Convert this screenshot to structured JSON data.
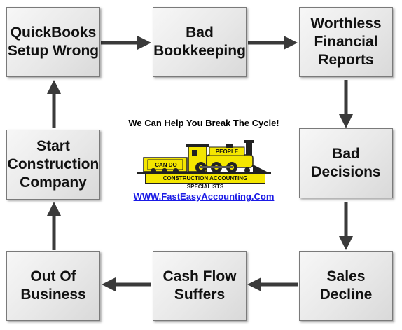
{
  "boxes": {
    "quickbooks": "QuickBooks\nSetup Wrong",
    "bookkeeping": "Bad\nBookkeeping",
    "reports": "Worthless\nFinancial\nReports",
    "decisions": "Bad\nDecisions",
    "sales": "Sales\nDecline",
    "cashflow": "Cash Flow\nSuffers",
    "business": "Out Of\nBusiness",
    "start": "Start\nConstruction\nCompany"
  },
  "center": {
    "tagline": "We Can Help You Break The Cycle!",
    "logo_cando": "CAN DO",
    "logo_people": "PEOPLE",
    "logo_caption": "CONSTRUCTION ACCOUNTING SPECIALISTS",
    "link": "WWW.FastEasyAccounting.Com"
  },
  "colors": {
    "arrow": "#3a3a3a",
    "logo_yellow": "#f4e600",
    "link": "#1a1ae6"
  }
}
